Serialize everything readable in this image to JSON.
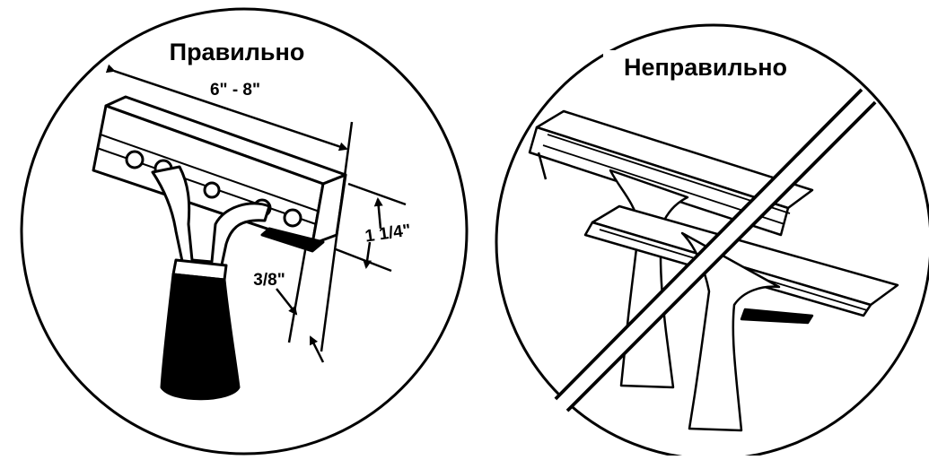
{
  "panels": {
    "correct": {
      "label": "Правильно",
      "dimensions": {
        "blade_length": "6\" - 8\"",
        "blade_height": "1 1/4\"",
        "blade_thickness": "3/8\""
      }
    },
    "incorrect": {
      "label": "Неправильно"
    }
  },
  "colors": {
    "ink": "#000000",
    "paper": "#ffffff"
  }
}
